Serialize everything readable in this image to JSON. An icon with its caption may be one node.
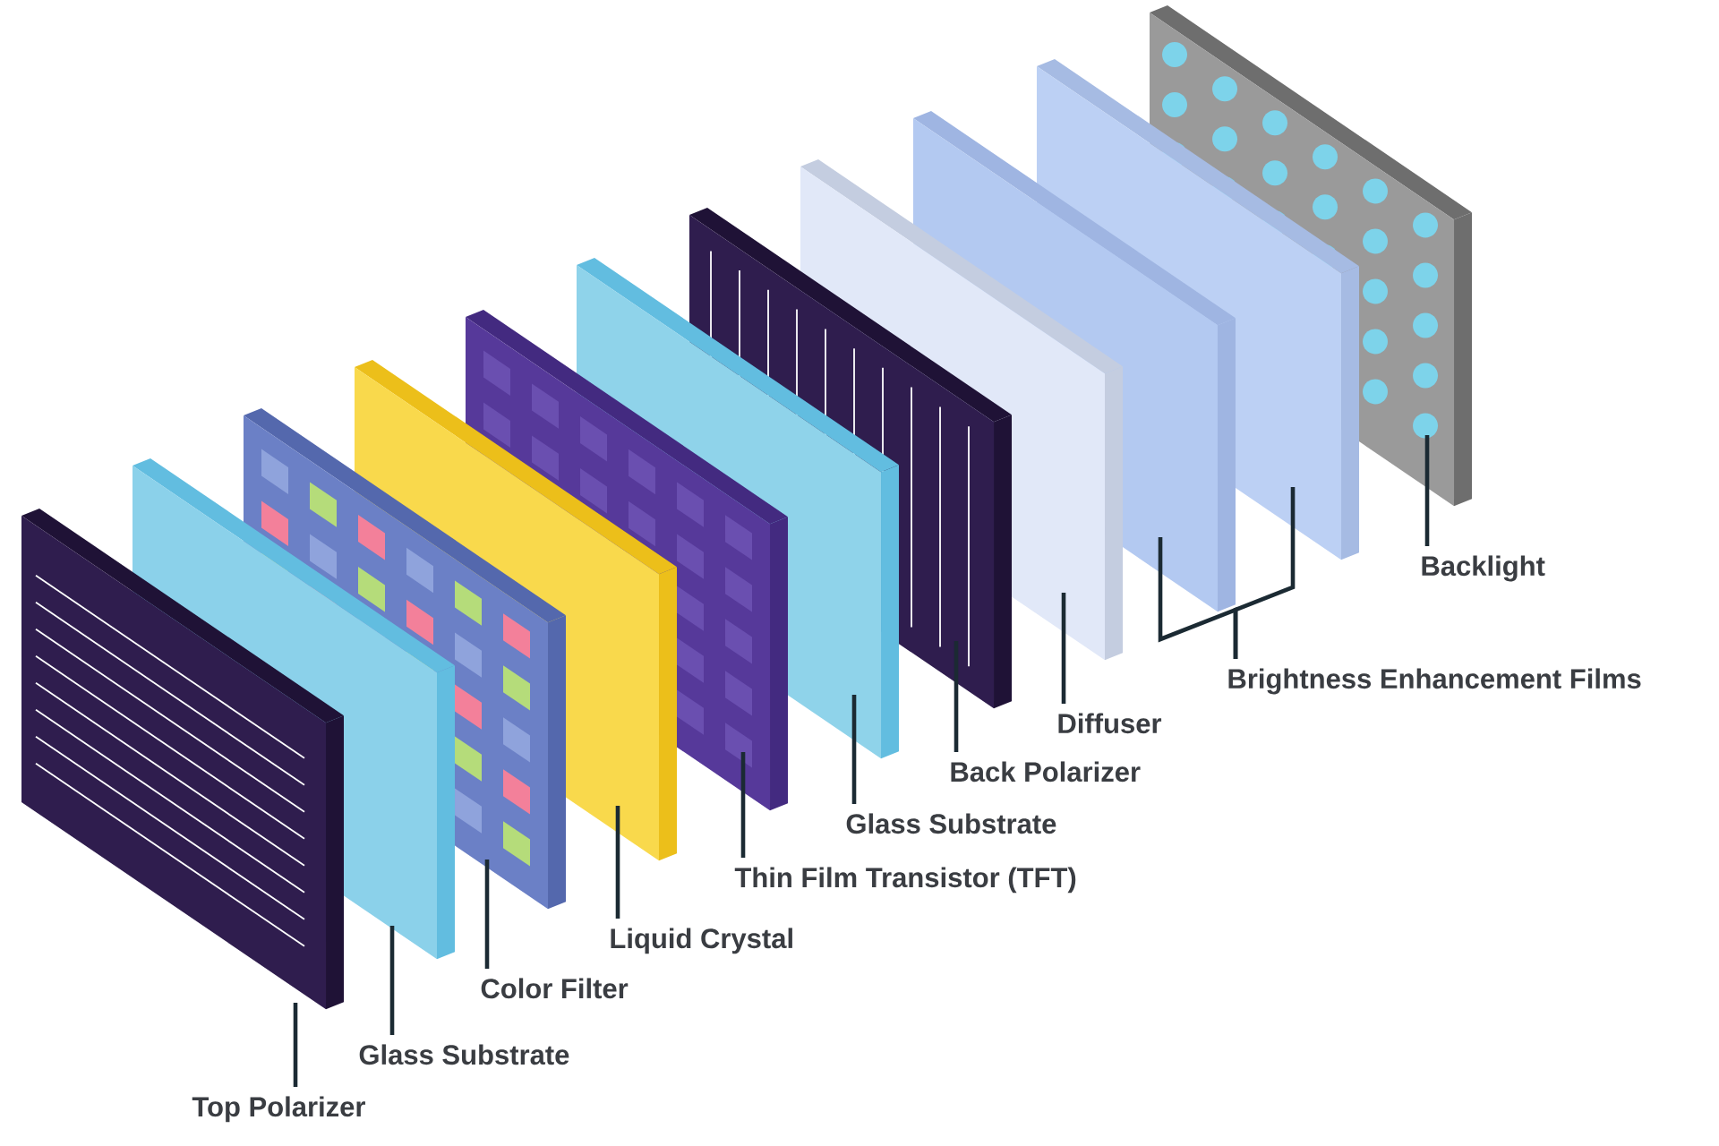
{
  "diagram": {
    "nodes": [
      {
        "text": [
          "Top Polarizer"
        ]
      },
      {
        "text": [
          "Glass Substrate"
        ]
      },
      {
        "text": [
          "Color Filter"
        ]
      },
      {
        "text": [
          "Liquid Crystal"
        ]
      },
      {
        "text": [
          "Thin Film Transistor (TFT)"
        ]
      },
      {
        "text": [
          "Glass Substrate"
        ]
      },
      {
        "text": [
          "Back Polarizer"
        ]
      },
      {
        "text": [
          "Diffuser"
        ]
      },
      {
        "text": [
          "Brightness Enhancement Films"
        ]
      },
      {
        "text": [
          "Backlight"
        ]
      },
      {
        "text": [],
        "shape": "box"
      },
      {
        "text": [],
        "shape": "box"
      },
      {
        "text": [],
        "shape": "box"
      },
      {
        "text": [],
        "shape": "box"
      },
      {
        "text": [],
        "shape": "box"
      },
      {
        "text": [],
        "shape": "box"
      },
      {
        "text": [],
        "shape": "box"
      },
      {
        "text": [],
        "shape": "box"
      },
      {
        "text": [],
        "shape": "box"
      },
      {
        "text": [],
        "shape": "box"
      },
      {
        "text": [],
        "shape": "box"
      }
    ],
    "edges": [
      {
        "from": 0,
        "to": 10,
        "arrow": "none"
      },
      {
        "from": 1,
        "to": 11,
        "arrow": "none"
      },
      {
        "from": 2,
        "to": 12,
        "arrow": "none"
      },
      {
        "from": 3,
        "to": 13,
        "arrow": "none"
      },
      {
        "from": 4,
        "to": 14,
        "arrow": "none"
      },
      {
        "from": 5,
        "to": 15,
        "arrow": "none"
      },
      {
        "from": 6,
        "to": 16,
        "arrow": "none"
      },
      {
        "from": 7,
        "to": 17,
        "arrow": "none"
      },
      {
        "from": 8,
        "to": 18,
        "arrow": "none"
      },
      {
        "from": 8,
        "to": 19,
        "arrow": "none"
      },
      {
        "from": 9,
        "to": 20,
        "arrow": "none"
      }
    ]
  }
}
